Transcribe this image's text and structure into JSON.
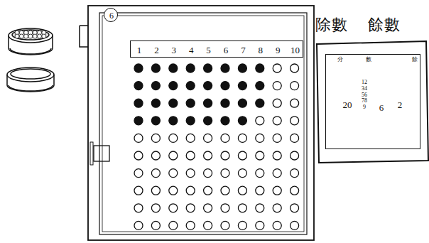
{
  "diagram": {
    "nodes": [
      {
        "text": [
          "6"
        ]
      },
      {
        "text": [
          "1",
          "2",
          "3",
          "4",
          "5",
          "6",
          "7",
          "8",
          "9",
          "10"
        ]
      },
      {
        "text": [
          "分",
          "數",
          "餘",
          "20",
          "123456789",
          "6",
          "2"
        ]
      }
    ],
    "labels": [
      "除數",
      "餘數"
    ]
  }
}
